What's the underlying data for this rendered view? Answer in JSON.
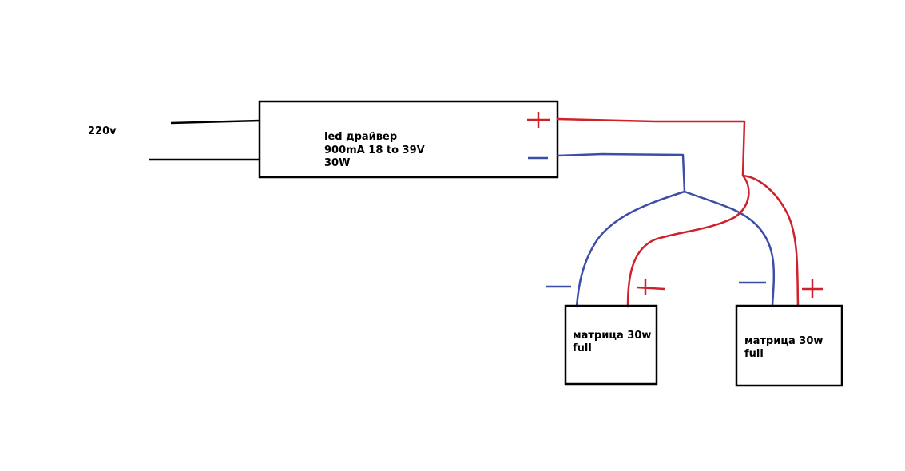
{
  "input_label": "220v",
  "driver": {
    "line1": "led драйвер",
    "line2": "900mA 18 to 39V",
    "line3": "30W"
  },
  "matrix_left": {
    "line1": "матрица 30w",
    "line2": "full"
  },
  "matrix_right": {
    "line1": "матрица 30w",
    "line2": "full"
  },
  "colors": {
    "wire_positive": "#d0202a",
    "wire_negative": "#3c4ea5",
    "outline": "#000000"
  },
  "symbols": {
    "driver_plus": "plus-sign",
    "driver_minus": "minus-sign",
    "left_matrix_minus": "minus-sign",
    "left_matrix_plus": "plus-sign",
    "right_matrix_minus": "minus-sign",
    "right_matrix_plus": "plus-sign"
  }
}
